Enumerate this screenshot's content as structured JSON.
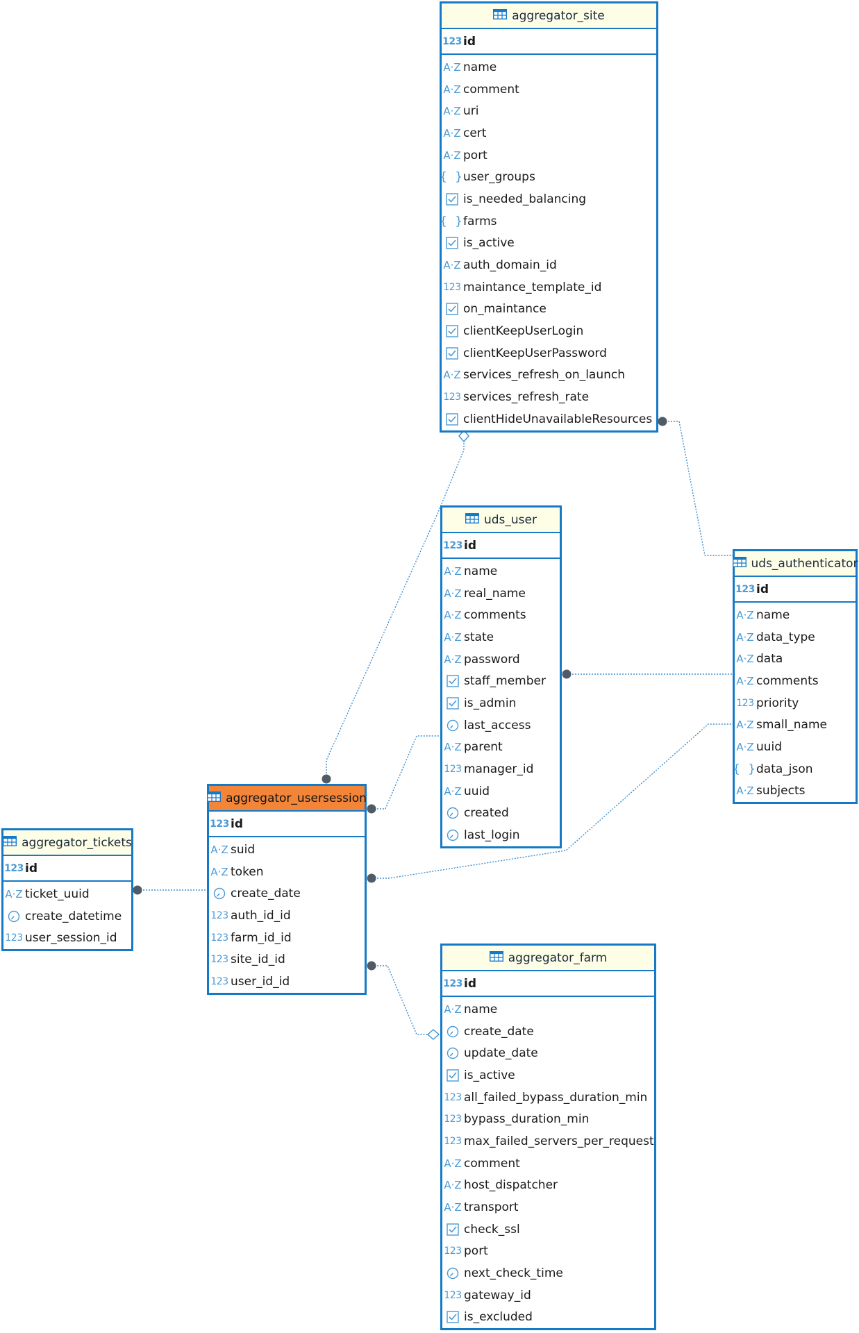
{
  "entities": [
    {
      "id": "aggregator_site",
      "title": "aggregator_site",
      "highlight": false,
      "pk": {
        "name": "id",
        "type": "123"
      },
      "columns": [
        {
          "name": "name",
          "type": "az"
        },
        {
          "name": "comment",
          "type": "az"
        },
        {
          "name": "uri",
          "type": "az"
        },
        {
          "name": "cert",
          "type": "az"
        },
        {
          "name": "port",
          "type": "az"
        },
        {
          "name": "user_groups",
          "type": "json"
        },
        {
          "name": "is_needed_balancing",
          "type": "bool"
        },
        {
          "name": "farms",
          "type": "json"
        },
        {
          "name": "is_active",
          "type": "bool"
        },
        {
          "name": "auth_domain_id",
          "type": "az"
        },
        {
          "name": "maintance_template_id",
          "type": "123"
        },
        {
          "name": "on_maintance",
          "type": "bool"
        },
        {
          "name": "clientKeepUserLogin",
          "type": "bool"
        },
        {
          "name": "clientKeepUserPassword",
          "type": "bool"
        },
        {
          "name": "services_refresh_on_launch",
          "type": "az"
        },
        {
          "name": "services_refresh_rate",
          "type": "123"
        },
        {
          "name": "clientHideUnavailableResources",
          "type": "bool"
        }
      ]
    },
    {
      "id": "uds_user",
      "title": "uds_user",
      "highlight": false,
      "pk": {
        "name": "id",
        "type": "123"
      },
      "columns": [
        {
          "name": "name",
          "type": "az"
        },
        {
          "name": "real_name",
          "type": "az"
        },
        {
          "name": "comments",
          "type": "az"
        },
        {
          "name": "state",
          "type": "az"
        },
        {
          "name": "password",
          "type": "az"
        },
        {
          "name": "staff_member",
          "type": "bool"
        },
        {
          "name": "is_admin",
          "type": "bool"
        },
        {
          "name": "last_access",
          "type": "time"
        },
        {
          "name": "parent",
          "type": "az"
        },
        {
          "name": "manager_id",
          "type": "123"
        },
        {
          "name": "uuid",
          "type": "az"
        },
        {
          "name": "created",
          "type": "time"
        },
        {
          "name": "last_login",
          "type": "time"
        }
      ]
    },
    {
      "id": "uds_authenticator",
      "title": "uds_authenticator",
      "highlight": false,
      "pk": {
        "name": "id",
        "type": "123"
      },
      "columns": [
        {
          "name": "name",
          "type": "az"
        },
        {
          "name": "data_type",
          "type": "az"
        },
        {
          "name": "data",
          "type": "az"
        },
        {
          "name": "comments",
          "type": "az"
        },
        {
          "name": "priority",
          "type": "123"
        },
        {
          "name": "small_name",
          "type": "az"
        },
        {
          "name": "uuid",
          "type": "az"
        },
        {
          "name": "data_json",
          "type": "json"
        },
        {
          "name": "subjects",
          "type": "az"
        }
      ]
    },
    {
      "id": "aggregator_usersession",
      "title": "aggregator_usersession",
      "highlight": true,
      "pk": {
        "name": "id",
        "type": "123"
      },
      "columns": [
        {
          "name": "suid",
          "type": "az"
        },
        {
          "name": "token",
          "type": "az"
        },
        {
          "name": "create_date",
          "type": "time"
        },
        {
          "name": "auth_id_id",
          "type": "123"
        },
        {
          "name": "farm_id_id",
          "type": "123"
        },
        {
          "name": "site_id_id",
          "type": "123"
        },
        {
          "name": "user_id_id",
          "type": "123"
        }
      ]
    },
    {
      "id": "aggregator_tickets",
      "title": "aggregator_tickets",
      "highlight": false,
      "pk": {
        "name": "id",
        "type": "123"
      },
      "columns": [
        {
          "name": "ticket_uuid",
          "type": "az"
        },
        {
          "name": "create_datetime",
          "type": "time"
        },
        {
          "name": "user_session_id",
          "type": "123"
        }
      ]
    },
    {
      "id": "aggregator_farm",
      "title": "aggregator_farm",
      "highlight": false,
      "pk": {
        "name": "id",
        "type": "123"
      },
      "columns": [
        {
          "name": "name",
          "type": "az"
        },
        {
          "name": "create_date",
          "type": "time"
        },
        {
          "name": "update_date",
          "type": "time"
        },
        {
          "name": "is_active",
          "type": "bool"
        },
        {
          "name": "all_failed_bypass_duration_min",
          "type": "123"
        },
        {
          "name": "bypass_duration_min",
          "type": "123"
        },
        {
          "name": "max_failed_servers_per_request",
          "type": "123"
        },
        {
          "name": "comment",
          "type": "az"
        },
        {
          "name": "host_dispatcher",
          "type": "az"
        },
        {
          "name": "transport",
          "type": "az"
        },
        {
          "name": "check_ssl",
          "type": "bool"
        },
        {
          "name": "port",
          "type": "123"
        },
        {
          "name": "next_check_time",
          "type": "time"
        },
        {
          "name": "gateway_id",
          "type": "123"
        },
        {
          "name": "is_excluded",
          "type": "bool"
        }
      ]
    }
  ],
  "relations": [
    {
      "from": "aggregator_usersession",
      "to": "aggregator_site",
      "end": "diamond"
    },
    {
      "from": "aggregator_usersession",
      "to": "uds_user",
      "end": "none"
    },
    {
      "from": "aggregator_usersession",
      "to": "uds_authenticator",
      "end": "none"
    },
    {
      "from": "aggregator_usersession",
      "to": "aggregator_farm",
      "end": "diamond"
    },
    {
      "from": "aggregator_tickets",
      "to": "aggregator_usersession",
      "end": "none"
    },
    {
      "from": "uds_user",
      "to": "uds_authenticator",
      "end": "none"
    },
    {
      "from": "aggregator_site",
      "to": "uds_authenticator",
      "end": "none"
    }
  ],
  "colors": {
    "border": "#1479c6",
    "header": "#fefee6",
    "highlight_header": "#f28537",
    "link": "#3f8fd0",
    "dot": "#4f5b66"
  }
}
